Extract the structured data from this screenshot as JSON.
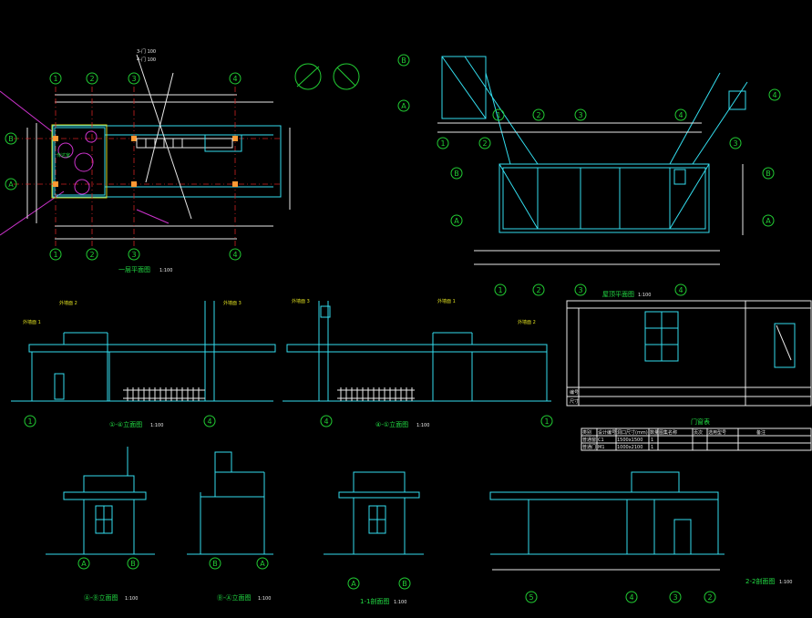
{
  "drawing": {
    "background": "#000000",
    "colors": {
      "line": "#33ddee",
      "axis": "#22cc33",
      "text": "#e8e8e8",
      "red": "#cc2222",
      "magenta": "#cc33cc",
      "yellow": "#d8d820"
    }
  },
  "floor_plan": {
    "axis_numbers": [
      "1",
      "2",
      "3",
      "4"
    ],
    "axis_letters": [
      "A",
      "B"
    ],
    "title": "一层平面图",
    "scale": "1:100",
    "leaders": [
      "3-门 100",
      "4-门 100"
    ],
    "room": "传达室"
  },
  "roof_plan": {
    "axis_numbers": [
      "1",
      "2",
      "3",
      "4"
    ],
    "axis_letters": [
      "A",
      "B"
    ],
    "title": "屋顶平面图",
    "scale": "1:100"
  },
  "door_window_elevation": {
    "rows": [
      "编号",
      "尺寸"
    ]
  },
  "door_window_table": {
    "title": "门窗表",
    "headers": [
      "类别",
      "设计编号",
      "洞口尺寸(mm)",
      "数量",
      "图集名称",
      "页次",
      "选用型号",
      "备注"
    ],
    "rows": [
      [
        "普通窗",
        "C1",
        "1500x1500",
        "1",
        "",
        "",
        "",
        ""
      ],
      [
        "普通门",
        "M1",
        "1000x2100",
        "1",
        "",
        "",
        "",
        ""
      ]
    ]
  },
  "front_elevation": {
    "title": "①-④立面图",
    "scale": "1:100",
    "axis_start": "1",
    "axis_end": "4",
    "labels": [
      "外墙面 2",
      "外墙面 1",
      "外墙面 3"
    ]
  },
  "rear_elevation": {
    "title": "④-①立面图",
    "scale": "1:100",
    "axis_start": "4",
    "axis_end": "1",
    "labels": [
      "外墙面 3",
      "外墙面 1",
      "外墙面 2"
    ]
  },
  "side_ab": {
    "title": "Ⓐ-Ⓑ立面图",
    "scale": "1:100",
    "axis_start": "A",
    "axis_end": "B"
  },
  "side_ba": {
    "title": "Ⓑ-Ⓐ立面图",
    "scale": "1:100",
    "axis_start": "B",
    "axis_end": "A"
  },
  "section_11": {
    "title": "1-1剖面图",
    "scale": "1:100",
    "axis_start": "A",
    "axis_end": "B"
  },
  "section_22": {
    "title": "2-2剖面图",
    "scale": "1:100",
    "axis_labels": [
      "5",
      "4",
      "3",
      "2"
    ]
  }
}
